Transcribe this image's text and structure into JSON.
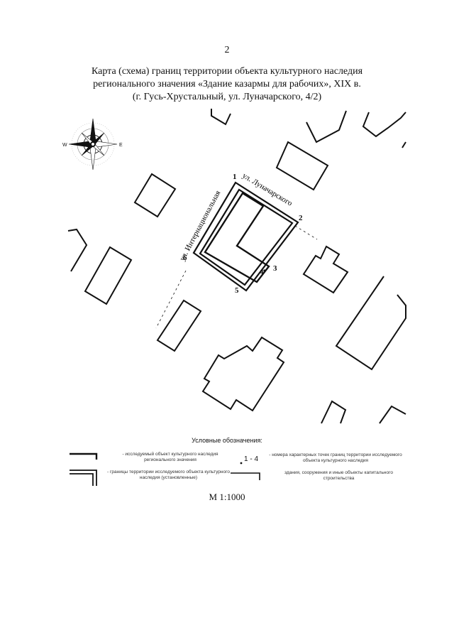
{
  "page_number": "2",
  "title_lines": [
    "Карта (схема) границ территории объекта культурного наследия",
    "регионального значения «Здание казармы для рабочих», XIX в.",
    "(г. Гусь-Хрустальный, ул. Луначарского, 4/2)"
  ],
  "streets": {
    "lunacharskogo": "ул. Луначарского",
    "internatsionalnaya": "ул. Интернациональная"
  },
  "compass": {
    "west": "W",
    "east": "E"
  },
  "points": [
    "1",
    "2",
    "3",
    "4",
    "5",
    "6"
  ],
  "legend": {
    "heading": "Условные обозначения:",
    "heritage_object": "- исследуемый объект культурного наследия регионального значения",
    "point_numbers_symbol": "1 - 4",
    "point_numbers": "- номера характерных точек границ территории исследуемого объекта культурного наследия",
    "territory_boundary": "- границы территории исследуемого объекта культурного наследия (установленные)",
    "buildings": "здания, сооружения и иные объекты капитального строительства"
  },
  "scale": "М 1:1000",
  "colors": {
    "ink": "#111111",
    "paper": "#ffffff"
  }
}
